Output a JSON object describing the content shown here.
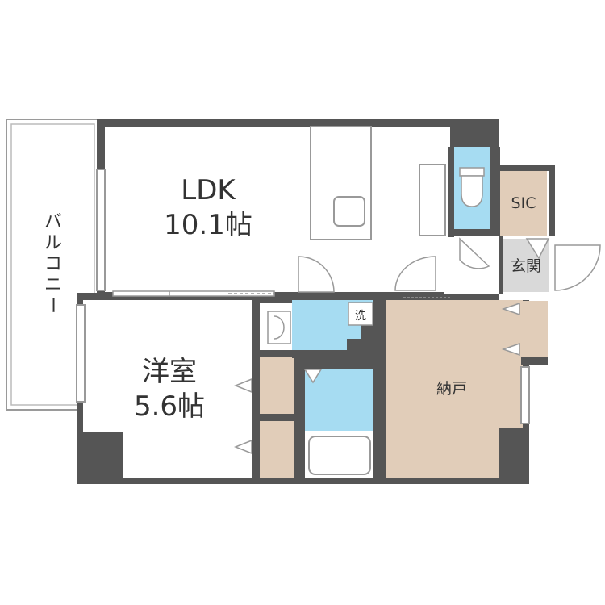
{
  "floorplan": {
    "rooms": {
      "ldk": {
        "name": "LDK",
        "size": "10.1帖"
      },
      "western": {
        "name": "洋室",
        "size": "5.6帖"
      },
      "storage": {
        "name": "納戸"
      },
      "sic": {
        "name": "SIC"
      },
      "entrance": {
        "name": "玄関"
      },
      "washer": {
        "name": "洗"
      },
      "balcony": {
        "chars": [
          "バ",
          "ル",
          "コ",
          "ニ",
          "ー"
        ]
      }
    },
    "colors": {
      "wall": "#555555",
      "wet_area": "#a6dcf2",
      "storage": "#e1cdb9",
      "entrance": "#d9d9d9",
      "floor": "#ffffff",
      "text": "#333333"
    }
  }
}
